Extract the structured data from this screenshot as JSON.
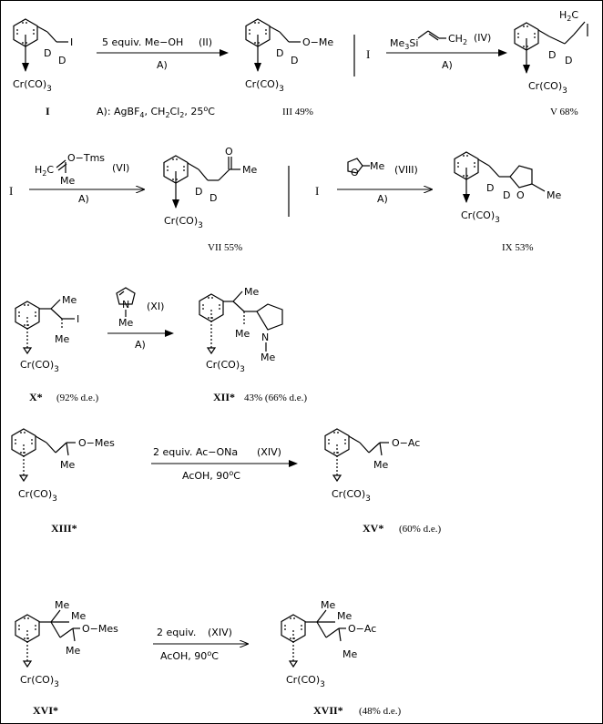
{
  "colors": {
    "ink": "#000000",
    "background": "#ffffff"
  },
  "labels": {
    "cr_co3": "Cr(CO)",
    "sub3": "3",
    "D": "D",
    "I_atom": "I",
    "O_Me": "O−Me",
    "O_Mes": "O−Mes",
    "O_Ac": "O−Ac",
    "O": "O",
    "Me": "Me",
    "N": "N",
    "H2C": "H",
    "H2C_sub": "2",
    "H2C_C": "C"
  },
  "row1": {
    "r1_reagent": "5 equiv.  Me−OH",
    "r1_reagent_num": "(II)",
    "r1_cond": "A)",
    "cond_def_a": "A): AgBF",
    "cond_def_sub4": "4",
    "cond_def_b": ",  CH",
    "cond_def_sub2a": "2",
    "cond_def_c": "Cl",
    "cond_def_sub2b": "2",
    "cond_def_d": ",  25",
    "cond_def_sup": "o",
    "cond_def_e": "C",
    "c1": "I",
    "c3": "III 49%",
    "sep_I": "I",
    "r2_reagent_a": "Me",
    "r2_reagent_sub": "3",
    "r2_reagent_b": "Si",
    "r2_reagent_c": "CH",
    "r2_reagent_sub2": "2",
    "r2_num": "(IV)",
    "r2_cond": "A)",
    "c5": "V  68%"
  },
  "row2": {
    "start_I": "I",
    "r3_enol_a": "H",
    "r3_enol_sub": "2",
    "r3_enol_b": "C",
    "r3_otms": "O−Tms",
    "r3_me": "Me",
    "r3_num": "(VI)",
    "r3_cond": "A)",
    "c7": "VII  55%",
    "sep_I2": "I",
    "r4_num": "(VIII)",
    "r4_cond": "A)",
    "c9": "IX  53%"
  },
  "row3": {
    "r5_num": "(XI)",
    "r5_me": "Me",
    "r5_cond": "A)",
    "c10": "X*",
    "c10_de": "(92% d.e.)",
    "c12": "XII*",
    "c12_de": "43% (66% d.e.)"
  },
  "row4": {
    "r6_reagent": "2  equiv.  Ac−ONa",
    "r6_num": "(XIV)",
    "r6_cond_a": "AcOH,  90",
    "r6_cond_sup": "o",
    "r6_cond_b": "C",
    "c13": "XIII*",
    "c15": "XV*",
    "c15_de": "(60% d.e.)"
  },
  "row5": {
    "r7_reagent": "2  equiv.",
    "r7_num": "(XIV)",
    "r7_cond_a": "AcOH,  90",
    "r7_cond_sup": "o",
    "r7_cond_b": "C",
    "c16": "XVI*",
    "c17": "XVII*",
    "c17_de": "(48% d.e.)"
  }
}
